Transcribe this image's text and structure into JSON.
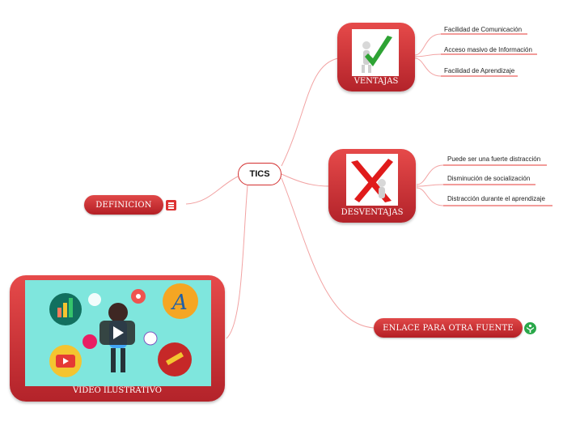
{
  "central": {
    "label": "TICS"
  },
  "ventajas": {
    "label": "VENTAJAS",
    "icon": "checkmark-person-icon",
    "items": [
      {
        "label": "Facilidad de Comunicación"
      },
      {
        "label": "Acceso masivo de Información"
      },
      {
        "label": "Facilidad de Aprendizaje"
      }
    ]
  },
  "desventajas": {
    "label": "DESVENTAJAS",
    "icon": "cross-person-icon",
    "items": [
      {
        "label": "Puede ser una fuerte distracción"
      },
      {
        "label": "Disminución de socialización"
      },
      {
        "label": "Distracción durante el aprendizaje"
      }
    ]
  },
  "definicion": {
    "label": "DEFINICION",
    "icon": "note-icon"
  },
  "enlace": {
    "label": "ENLACE PARA OTRA FUENTE",
    "icon": "link-icon"
  },
  "video": {
    "label": "VIDEO ILUSTRATIVO",
    "icon": "play-icon"
  },
  "colors": {
    "accent": "#d32f2f",
    "connector": "#f0a0a0",
    "video_bg": "#7fe6dd",
    "leaf_line": "#e53935"
  }
}
